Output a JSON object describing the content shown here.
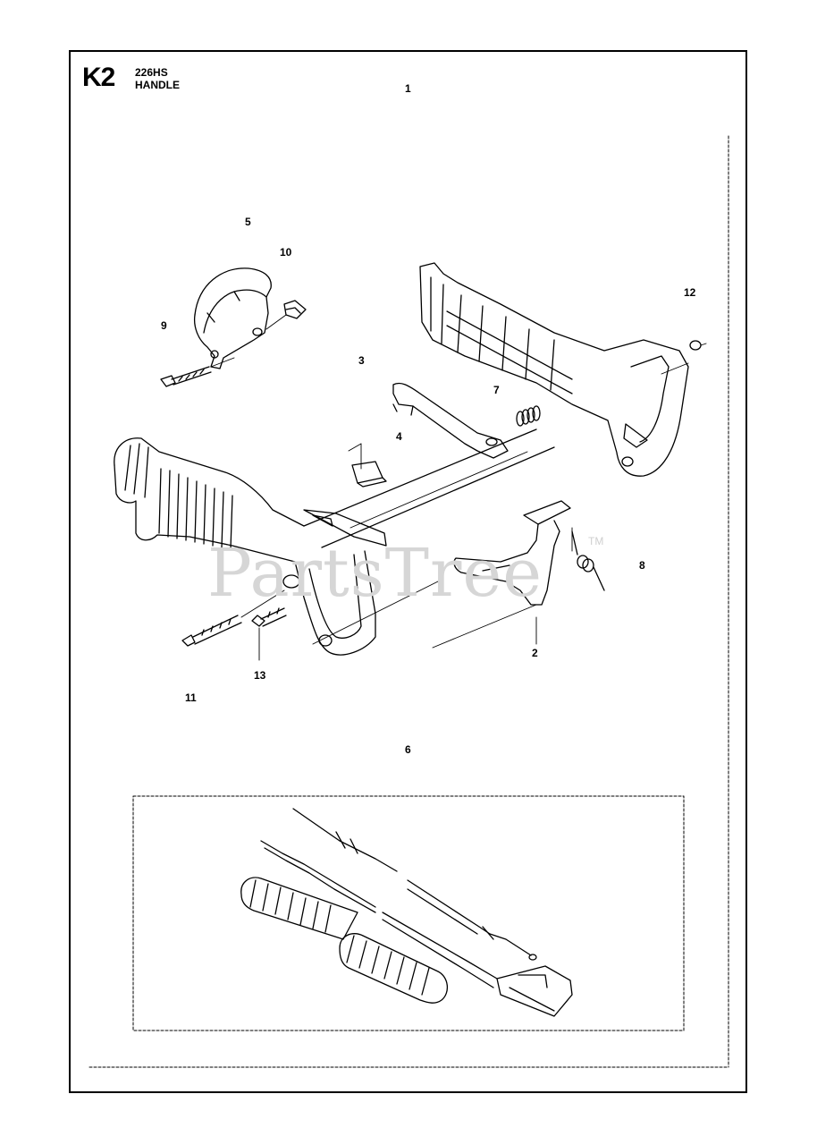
{
  "header": {
    "section_code": "K2",
    "model": "226HS",
    "title": "HANDLE"
  },
  "callouts": [
    {
      "id": "c1",
      "label": "1"
    },
    {
      "id": "c2",
      "label": "2"
    },
    {
      "id": "c3",
      "label": "3"
    },
    {
      "id": "c4",
      "label": "4"
    },
    {
      "id": "c5",
      "label": "5"
    },
    {
      "id": "c6",
      "label": "6"
    },
    {
      "id": "c7",
      "label": "7"
    },
    {
      "id": "c8",
      "label": "8"
    },
    {
      "id": "c9",
      "label": "9"
    },
    {
      "id": "c10",
      "label": "10"
    },
    {
      "id": "c11",
      "label": "11"
    },
    {
      "id": "c12",
      "label": "12"
    },
    {
      "id": "c13",
      "label": "13"
    }
  ],
  "watermark": {
    "text": "PartsTree",
    "trademark": "TM",
    "color": "#d6d6d6"
  }
}
